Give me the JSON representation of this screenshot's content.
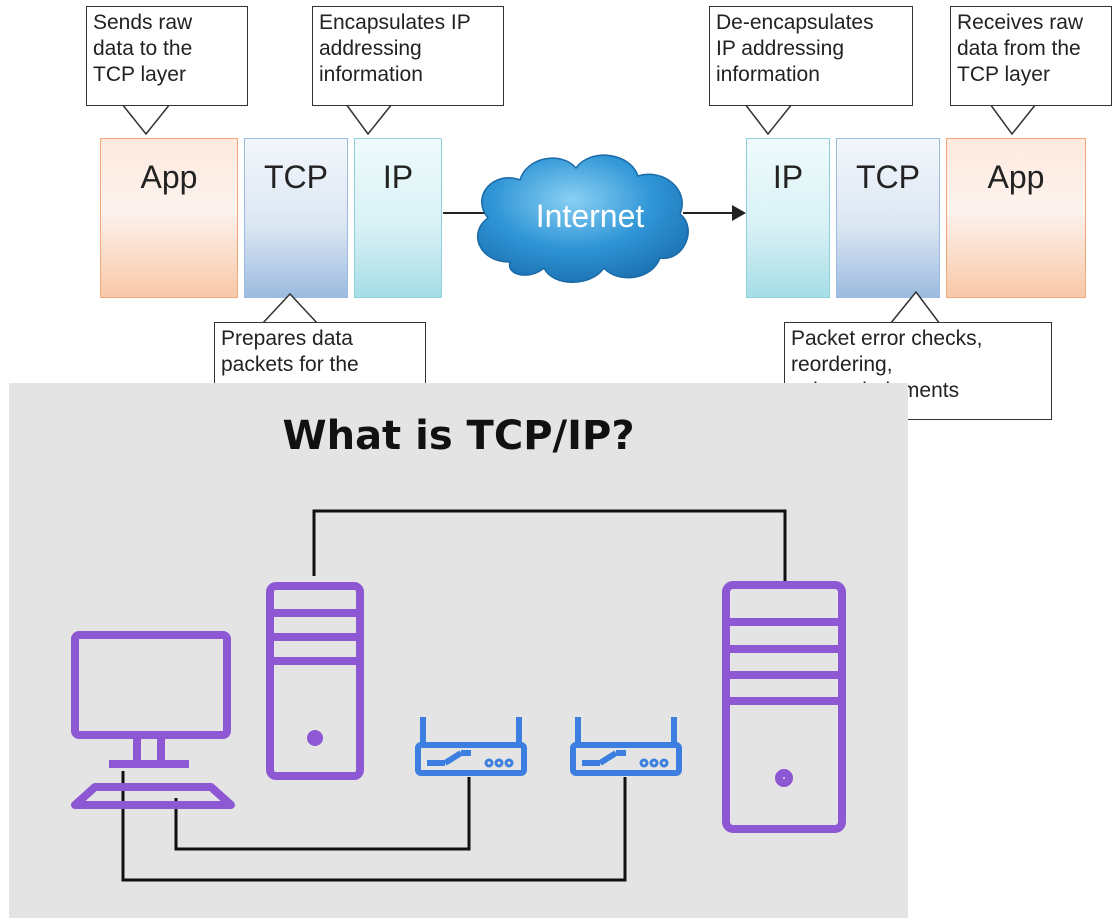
{
  "top_diagram": {
    "callouts": {
      "sender_app": "Sends raw\ndata to the\nTCP layer",
      "sender_ip": "Encapsulates IP\naddressing\ninformation",
      "receiver_ip": "De-encapsulates\nIP addressing\ninformation",
      "receiver_app": "Receives raw\ndata from the\nTCP layer",
      "sender_tcp": "Prepares data\npackets for the",
      "receiver_tcp": "Packet error checks,\nreordering,\nacknowledgments"
    },
    "sender_blocks": {
      "app": "App",
      "tcp": "TCP",
      "ip": "IP"
    },
    "receiver_blocks": {
      "ip": "IP",
      "tcp": "TCP",
      "app": "App"
    },
    "cloud_label": "Internet"
  },
  "bottom_panel": {
    "title": "What is TCP/IP?",
    "icons": [
      "desktop-computer",
      "server-tower",
      "router",
      "router",
      "server-tower"
    ],
    "colors": {
      "device": "#8e57d3",
      "router": "#3c7fe0",
      "wire": "#111111",
      "background": "#e4e4e4"
    }
  }
}
